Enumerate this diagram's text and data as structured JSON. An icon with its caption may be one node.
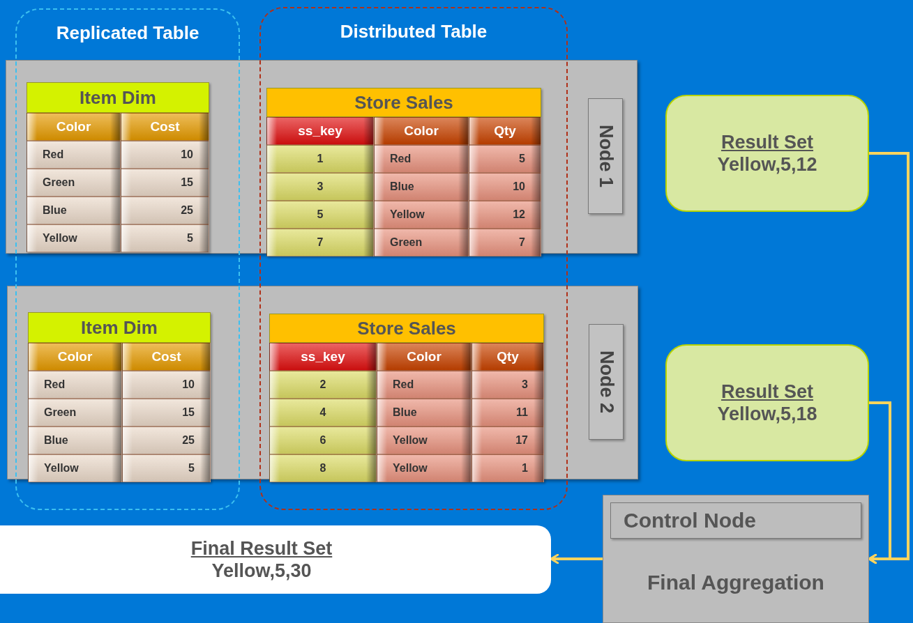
{
  "diagram": {
    "nodes": [
      {
        "text": [
          "Replicated Table"
        ]
      },
      {
        "text": [
          "Distributed Table"
        ]
      },
      {
        "text": [
          "Node 1"
        ]
      },
      {
        "text": [
          "Item Dim",
          "Color",
          "Cost",
          "Red",
          "10",
          "Green",
          "15",
          "Blue",
          "25",
          "Yellow",
          "5"
        ]
      },
      {
        "text": [
          "Store Sales",
          "ss_key",
          "Color",
          "Qty",
          "1",
          "Red",
          "5",
          "3",
          "Blue",
          "10",
          "5",
          "Yellow",
          "12",
          "7",
          "Green",
          "7"
        ]
      },
      {
        "text": [
          "Node 2"
        ]
      },
      {
        "text": [
          "Item Dim",
          "Color",
          "Cost",
          "Red",
          "10",
          "Green",
          "15",
          "Blue",
          "25",
          "Yellow",
          "5"
        ]
      },
      {
        "text": [
          "Store Sales",
          "ss_key",
          "Color",
          "Qty",
          "2",
          "Red",
          "3",
          "4",
          "Blue",
          "11",
          "6",
          "Yellow",
          "17",
          "8",
          "Yellow",
          "1"
        ]
      },
      {
        "text": [
          "Result Set",
          "Yellow,5,12"
        ]
      },
      {
        "text": [
          "Result Set",
          "Yellow,5,18"
        ]
      },
      {
        "text": [
          "Control Node",
          "Final Aggregation"
        ]
      },
      {
        "text": [
          "Final Result Set",
          "Yellow,5,30"
        ]
      }
    ],
    "edges": [
      {
        "from": 8,
        "to": 10,
        "arrow": "to"
      },
      {
        "from": 9,
        "to": 10,
        "arrow": "to"
      },
      {
        "from": 10,
        "to": 11,
        "arrow": "to"
      }
    ]
  }
}
